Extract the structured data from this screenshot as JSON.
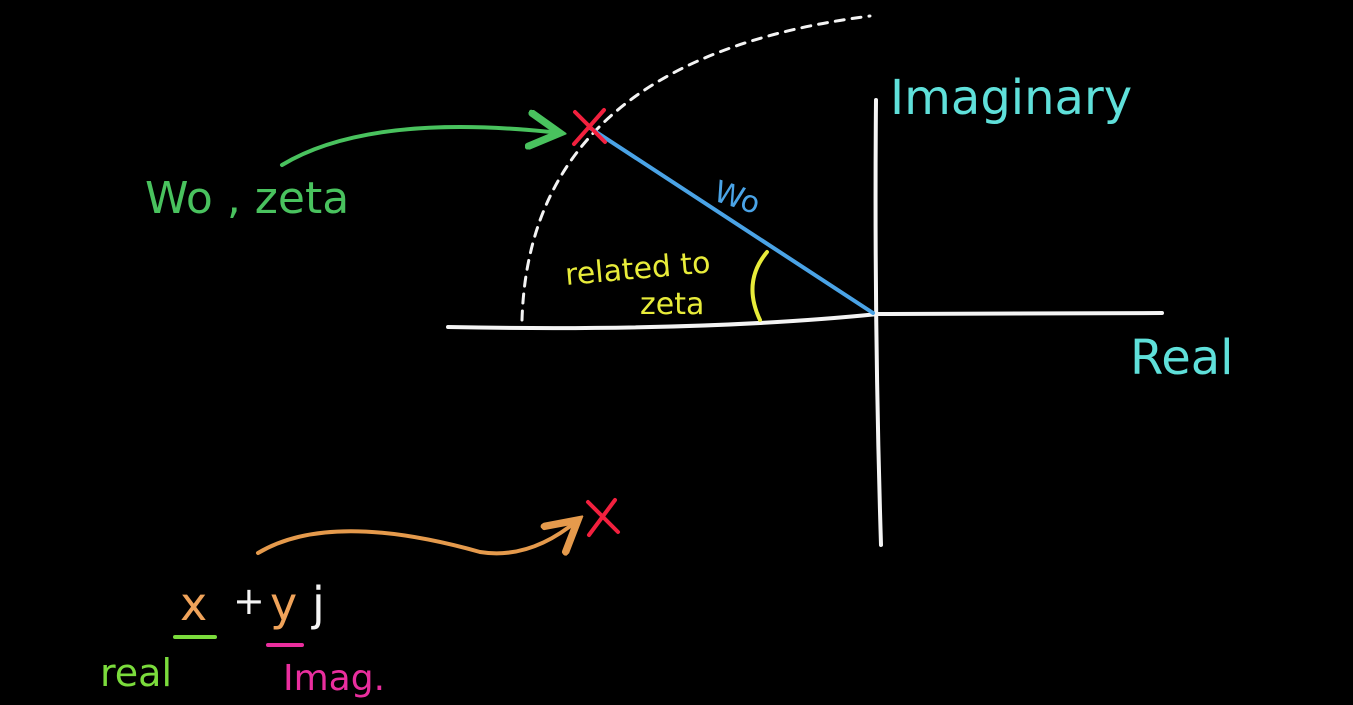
{
  "colors": {
    "background": "#000000",
    "axes": "#f4f4f4",
    "axis_labels": "#5fe0da",
    "pole": "#f2203e",
    "wo_zeta_note": "#49c25e",
    "vector": "#4aa3e6",
    "angle_note": "#e8ec3a",
    "xy_arrow": "#e59a4c",
    "real_part": "#f0a35a",
    "real_label": "#7bdc3c",
    "imag_label": "#ea2e9e"
  },
  "axes": {
    "imaginary_label": "Imaginary",
    "real_label": "Real"
  },
  "annotations": {
    "wo_zeta": "Wo , zeta",
    "vector_label": "Wo",
    "angle_line1": "related to",
    "angle_line2": "zeta"
  },
  "complex_form": {
    "x": "x",
    "plus": "+",
    "y": "y",
    "j": "j",
    "real_word": "real",
    "imag_word": "Imag."
  },
  "icons": {
    "pole_marker": "x-mark-icon",
    "pointer_arrow": "curved-arrow-icon"
  }
}
